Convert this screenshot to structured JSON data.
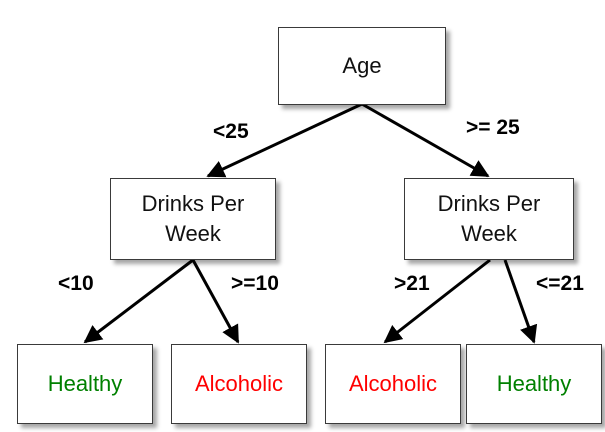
{
  "root": {
    "label": "Age"
  },
  "internal": [
    {
      "line1": "Drinks Per",
      "line2": "Week"
    },
    {
      "line1": "Drinks Per",
      "line2": "Week"
    }
  ],
  "leaves": [
    {
      "label": "Healthy",
      "color": "#008000"
    },
    {
      "label": "Alcoholic",
      "color": "#ff0000"
    },
    {
      "label": "Alcoholic",
      "color": "#ff0000"
    },
    {
      "label": "Healthy",
      "color": "#008000"
    }
  ],
  "edge_labels": {
    "root_left": "<25",
    "root_right": ">= 25",
    "left_left": "<10",
    "left_right": ">=10",
    "right_left": ">21",
    "right_right": "<=21"
  }
}
